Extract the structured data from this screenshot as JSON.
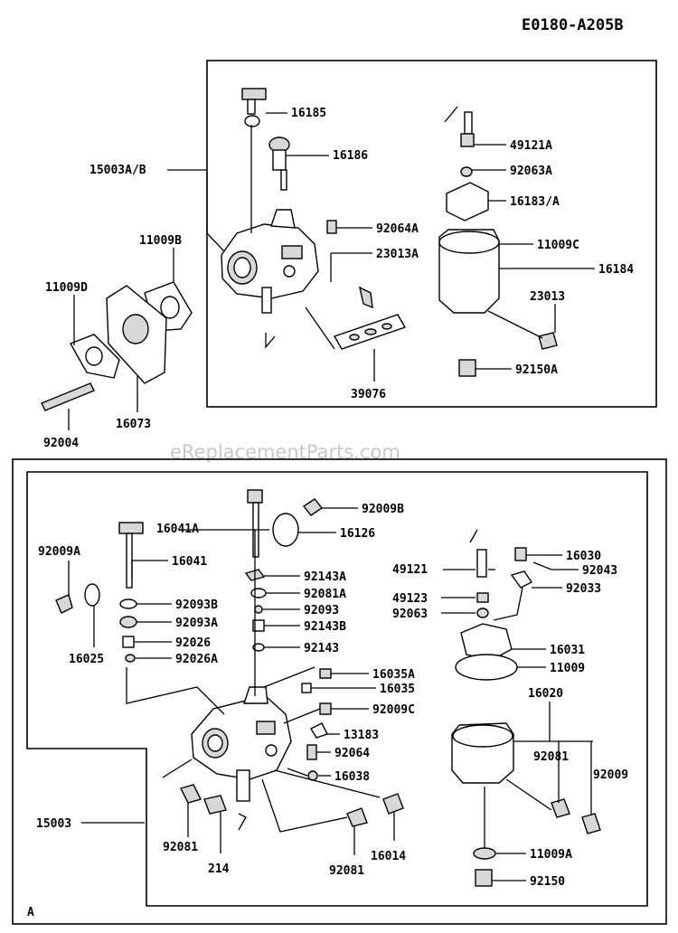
{
  "diagram_code": "E0180-A205B",
  "watermark": "eReplacementParts.com",
  "section_a_label": "A",
  "upper_labels": {
    "l16185": "16185",
    "l16186": "16186",
    "l15003ab": "15003A/B",
    "l92064a": "92064A",
    "l23013a": "23013A",
    "l11009b": "11009B",
    "l11009d": "11009D",
    "l92004": "92004",
    "l16073": "16073",
    "l39076": "39076",
    "l49121a": "49121A",
    "l92063a": "92063A",
    "l16183a": "16183/A",
    "l11009c": "11009C",
    "l16184": "16184",
    "l23013": "23013",
    "l92150a": "92150A"
  },
  "lower_labels": {
    "l92009b": "92009B",
    "l16041a": "16041A",
    "l16126": "16126",
    "l92009a": "92009A",
    "l16041": "16041",
    "l92143a": "92143A",
    "l92081a": "92081A",
    "l92093": "92093",
    "l92093b": "92093B",
    "l92093a": "92093A",
    "l92143b": "92143B",
    "l92026": "92026",
    "l92143": "92143",
    "l16025": "16025",
    "l92026a": "92026A",
    "l16035a": "16035A",
    "l16035": "16035",
    "l92009c": "92009C",
    "l13183": "13183",
    "l92064": "92064",
    "l16038": "16038",
    "l15003": "15003",
    "l92081_left": "92081",
    "l214": "214",
    "l92081_bottom": "92081",
    "l16014": "16014",
    "l49121": "49121",
    "l16030": "16030",
    "l92043": "92043",
    "l92033": "92033",
    "l49123": "49123",
    "l92063": "92063",
    "l16031": "16031",
    "l11009": "11009",
    "l16020": "16020",
    "l92081_right": "92081",
    "l92009": "92009",
    "l11009a": "11009A",
    "l92150": "92150"
  }
}
